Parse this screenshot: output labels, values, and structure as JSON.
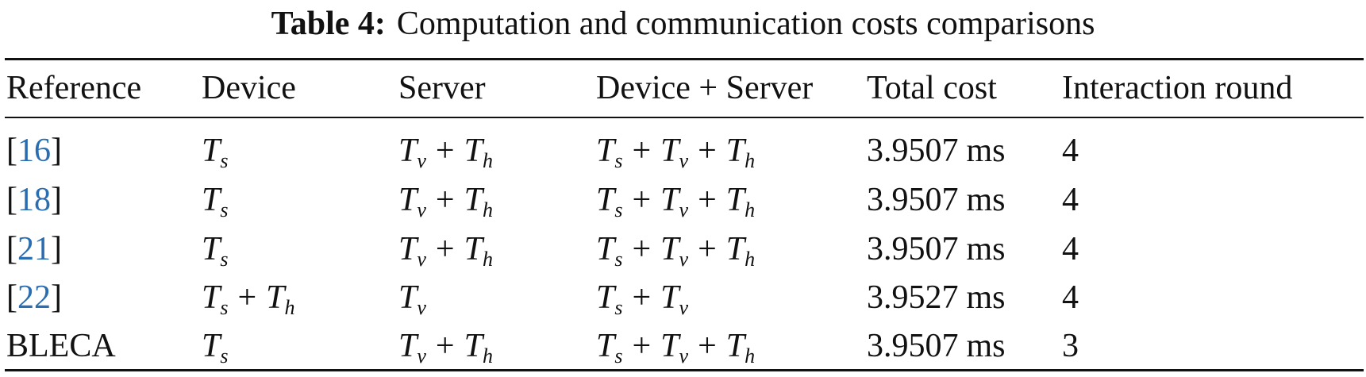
{
  "caption": {
    "label": "Table 4:",
    "text": "Computation and communication costs comparisons"
  },
  "table": {
    "headers": [
      "Reference",
      "Device",
      "Server",
      "Device + Server",
      "Total cost",
      "Interaction round"
    ],
    "rows": [
      {
        "ref_open": "[",
        "ref_num": "16",
        "ref_close": "]",
        "device": [
          {
            "v": "T",
            "s": "s"
          }
        ],
        "server": [
          {
            "v": "T",
            "s": "v"
          },
          {
            "v": "T",
            "s": "h"
          }
        ],
        "device_server": [
          {
            "v": "T",
            "s": "s"
          },
          {
            "v": "T",
            "s": "v"
          },
          {
            "v": "T",
            "s": "h"
          }
        ],
        "total_value": "3.9507",
        "total_unit": "ms",
        "rounds": "4"
      },
      {
        "ref_open": "[",
        "ref_num": "18",
        "ref_close": "]",
        "device": [
          {
            "v": "T",
            "s": "s"
          }
        ],
        "server": [
          {
            "v": "T",
            "s": "v"
          },
          {
            "v": "T",
            "s": "h"
          }
        ],
        "device_server": [
          {
            "v": "T",
            "s": "s"
          },
          {
            "v": "T",
            "s": "v"
          },
          {
            "v": "T",
            "s": "h"
          }
        ],
        "total_value": "3.9507",
        "total_unit": "ms",
        "rounds": "4"
      },
      {
        "ref_open": "[",
        "ref_num": "21",
        "ref_close": "]",
        "device": [
          {
            "v": "T",
            "s": "s"
          }
        ],
        "server": [
          {
            "v": "T",
            "s": "v"
          },
          {
            "v": "T",
            "s": "h"
          }
        ],
        "device_server": [
          {
            "v": "T",
            "s": "s"
          },
          {
            "v": "T",
            "s": "v"
          },
          {
            "v": "T",
            "s": "h"
          }
        ],
        "total_value": "3.9507",
        "total_unit": "ms",
        "rounds": "4"
      },
      {
        "ref_open": "[",
        "ref_num": "22",
        "ref_close": "]",
        "device": [
          {
            "v": "T",
            "s": "s"
          },
          {
            "v": "T",
            "s": "h"
          }
        ],
        "server": [
          {
            "v": "T",
            "s": "v"
          }
        ],
        "device_server": [
          {
            "v": "T",
            "s": "s"
          },
          {
            "v": "T",
            "s": "v"
          }
        ],
        "total_value": "3.9527",
        "total_unit": "ms",
        "rounds": "4"
      },
      {
        "ref_text": "BLECA",
        "device": [
          {
            "v": "T",
            "s": "s"
          }
        ],
        "server": [
          {
            "v": "T",
            "s": "v"
          },
          {
            "v": "T",
            "s": "h"
          }
        ],
        "device_server": [
          {
            "v": "T",
            "s": "s"
          },
          {
            "v": "T",
            "s": "v"
          },
          {
            "v": "T",
            "s": "h"
          }
        ],
        "total_value": "3.9507",
        "total_unit": "ms",
        "rounds": "3"
      }
    ],
    "operator": "+"
  }
}
